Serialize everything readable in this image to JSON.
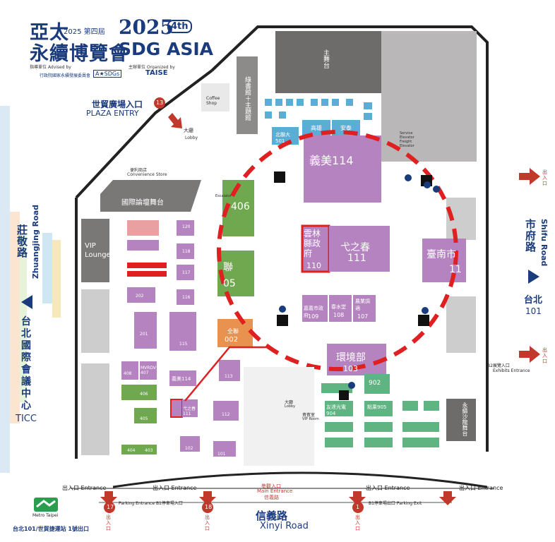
{
  "header": {
    "line1": "亞太",
    "edition": "2025 第四屆",
    "line2": "永續博覽會",
    "year": "2025",
    "edition_badge": "4th",
    "sdg": "SDG ASIA",
    "advised_label": "指導單位 Advised by",
    "organized_label": "主辦單位 Organized by",
    "advisor_org": "行政院國家永續發展委員會",
    "asdgs": "A★SDGs",
    "organizer": "TAISE"
  },
  "entrances": {
    "plaza_zh": "世貿廣場入口",
    "plaza_en": "PLAZA ENTRY",
    "plaza_no": "13",
    "main_zh": "參觀入口",
    "main_en": "Main Entrance",
    "main_hall": "信義路",
    "entrance": "出入口 Entrance",
    "exit_zh": "出入口",
    "parking_in": "Parking Entrance B1停車場入口",
    "parking_out": "B1停車場出口 Parking Exit",
    "exit17": "17",
    "exit18": "18",
    "exit1": "1",
    "exhibit_entrance_zh": "B2展覽入口",
    "exhibit_entrance_en": "Exhibits Entrance"
  },
  "roads": {
    "left_zh": "莊敬路",
    "left_en": "Zhuangjing Road",
    "right_zh": "市府路",
    "right_en": "Shifu Road",
    "bottom_zh": "信義路",
    "bottom_en": "Xinyi Road",
    "ticc_zh": "台北國際會議中心",
    "ticc_en": "TICC",
    "taipei101_zh": "台北",
    "taipei101_en": "101"
  },
  "metro": {
    "name": "Metro Taipei",
    "station": "台北101/世貿捷運站 1號出口"
  },
  "facilities": {
    "main_stage": "主舞台",
    "coffee": "Coffee Shop",
    "lobby_zh": "大廳",
    "lobby_en": "Lobby",
    "seven": "便利商店",
    "seven_en": "Convenience Store",
    "intl_forum": "國際論壇舞台",
    "vip": "VIP Lounge",
    "green_hall": "綠書館＋主題館",
    "service_elevator": "Service Elevator",
    "freight_elevator": "Freight Elevator",
    "escalator": "Escalator",
    "sustain_stage": "永續沙龍舞台",
    "lobby2_zh": "大廳",
    "lobby2_en": "Lobby",
    "vip_room": "貴賓室",
    "vip_room_en": "VIP Room"
  },
  "booths": {
    "b114": "義美114",
    "b406": "406",
    "b110_zh": "雲林縣政府",
    "b110_no": "110",
    "b111_zh": "弋之春",
    "b111_no": "111",
    "b112_zh": "臺南市",
    "b112_no": "11",
    "b105_zh": "聯",
    "b105_no": "05",
    "b002_zh": "全聯",
    "b002_no": "002",
    "b109_zh": "嘉義市政府",
    "b109_no": "109",
    "b108_zh": "春水堂",
    "b108_no": "108",
    "b107_zh": "農業調適",
    "b107_no": "107",
    "b103_zh": "環境部",
    "b103_no": "103",
    "b501": "北聯大501",
    "b502": "高雄",
    "b503": "安泰",
    "b902": "902",
    "b904": "友達光電904",
    "b905": "點果905",
    "b120": "120",
    "b118": "118",
    "b117": "117",
    "b116": "116",
    "b115": "115",
    "b202": "202",
    "b201": "201",
    "b408": "408",
    "b407": "MVRDV 407",
    "b406b": "406",
    "b405": "405",
    "b404": "404",
    "b403": "403",
    "b1140": "義美114",
    "b113": "113",
    "b1110": "弋之春111",
    "b112b": "112",
    "b102": "102",
    "b101": "101"
  }
}
